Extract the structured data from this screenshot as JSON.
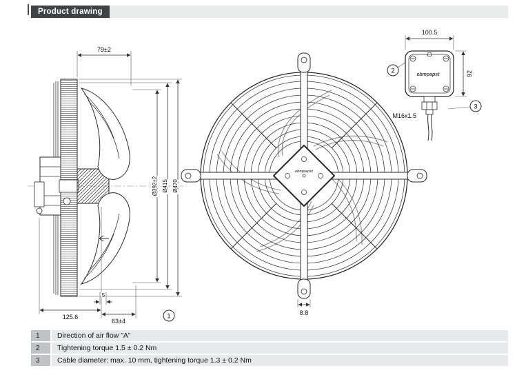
{
  "header": {
    "title": "Product drawing"
  },
  "drawing": {
    "side_view": {
      "dim_depth_top": "79±2",
      "dim_blade_dia": "Ø392±2",
      "dim_ring_dia": "Ø415",
      "dim_outer_dia": "Ø470",
      "dim_motor_depth": "125.6",
      "dim_blade_depth": "63±4",
      "dim_lip": "5",
      "callout_airflow": "1"
    },
    "front_view": {
      "dim_tab": "8.8",
      "hub_brand": "ebmpapst"
    },
    "terminal_box": {
      "dim_width": "100.5",
      "dim_height": "92",
      "thread": "M16x1.5",
      "callout_cover": "2",
      "callout_gland": "3",
      "brand": "ebmpapst"
    }
  },
  "table": {
    "rows": [
      {
        "num": "1",
        "text": "Direction of air flow \"A\""
      },
      {
        "num": "2",
        "text": "Tightening torque 1.5 ± 0.2 Nm"
      },
      {
        "num": "3",
        "text": "Cable diameter: max. 10 mm, tightening torque 1.3 ± 0.2 Nm"
      }
    ]
  }
}
